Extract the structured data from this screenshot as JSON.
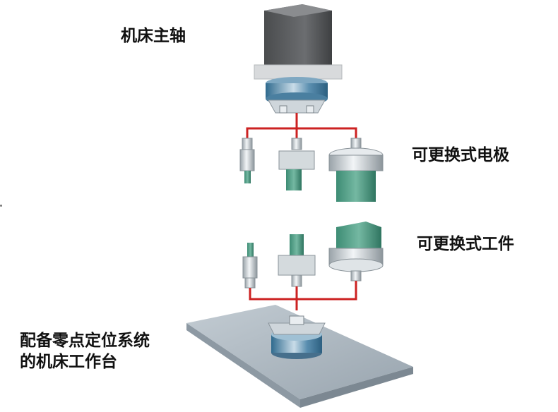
{
  "labels": {
    "spindle": "机床主轴",
    "electrode": "可更换式电极",
    "workpiece": "可更换式工件",
    "table_line1": "配备零点定位系统",
    "table_line2": "的机床工作台"
  },
  "colors": {
    "connector_line": "#cc2222",
    "steel_blue": "#5b8fb0",
    "teal_green": "#4f9e86",
    "dark_gray": "#5e6062",
    "table_gray": "#a8b3bd"
  }
}
